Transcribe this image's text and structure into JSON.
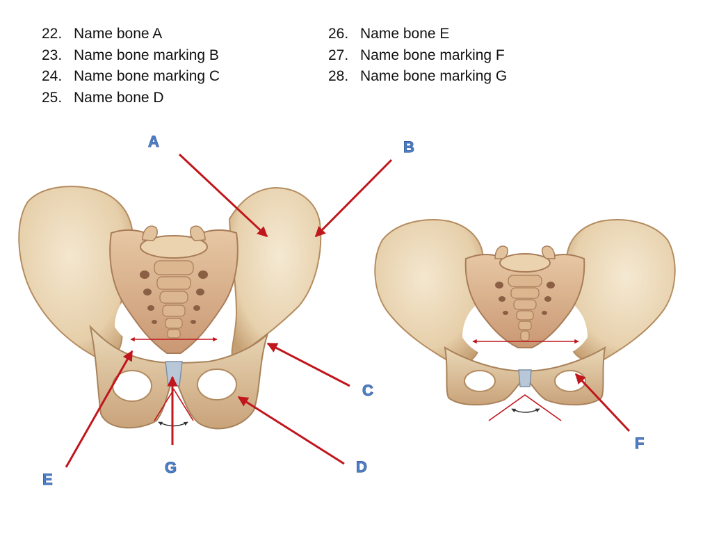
{
  "questions_left": [
    {
      "num": "22.",
      "text": "Name bone A"
    },
    {
      "num": "23.",
      "text": "Name bone marking B"
    },
    {
      "num": "24.",
      "text": "Name bone marking C"
    },
    {
      "num": "25.",
      "text": "Name bone D"
    }
  ],
  "questions_right": [
    {
      "num": "26.",
      "text": "Name bone E"
    },
    {
      "num": "27.",
      "text": "Name bone marking F"
    },
    {
      "num": "28.",
      "text": "Name bone marking G"
    }
  ],
  "labels": {
    "a": "A",
    "b": "B",
    "c": "C",
    "d": "D",
    "e": "E",
    "f": "F",
    "g": "G"
  },
  "colors": {
    "bone": "#e9d6b6",
    "bone_shadow": "#c9a67c",
    "arrow": "#c0161c",
    "label": "#4d7fc9",
    "cartilage": "#b9c8d8"
  }
}
